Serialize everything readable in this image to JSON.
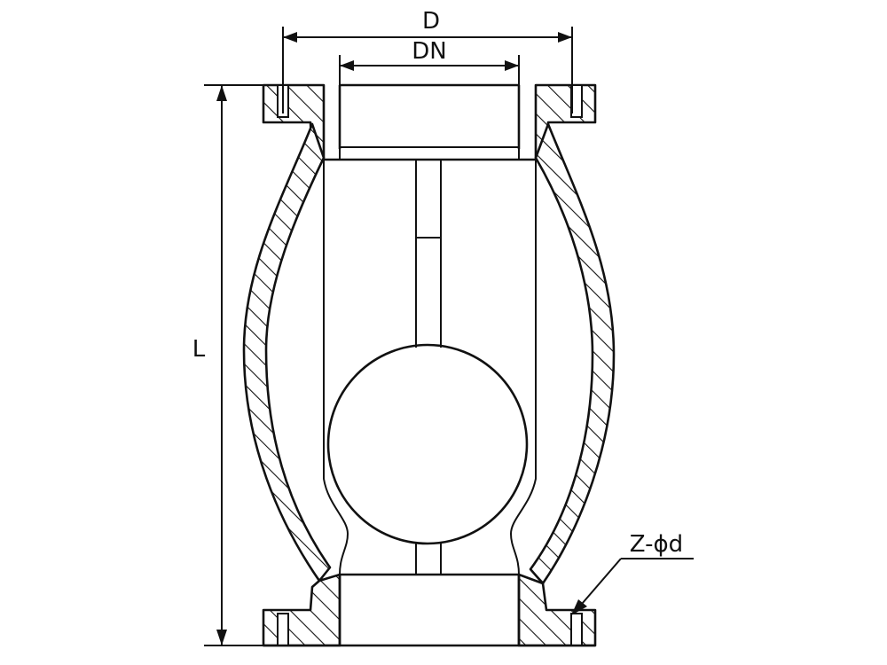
{
  "labels": {
    "outer_diameter": "D",
    "nominal_diameter": "DN",
    "length": "L",
    "bolt_holes": "Z-ϕd"
  }
}
